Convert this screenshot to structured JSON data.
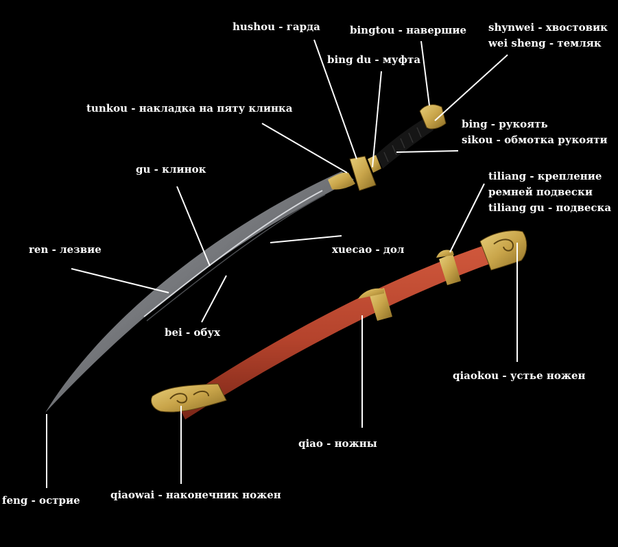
{
  "labels": {
    "hushou": "hushou - гарда",
    "bingtou": "bingtou - навершие",
    "shynwei": "shynwei - хвостовик",
    "weisheng": "wei sheng - темляк",
    "bingdu": "bing du - муфта",
    "tunkou": "tunkou - накладка на пяту клинка",
    "bing": "bing - рукоять",
    "sikou": "sikou - обмотка рукояти",
    "gu": "gu - клинок",
    "tiliang": "tiliang - крепление",
    "remni": "ремней подвески",
    "tiliang_gu": "tiliang gu - подвеска",
    "ren": "ren - лезвие",
    "xuecao": "xuecao - дол",
    "bei": "bei - обух",
    "qiaokou": "qiaokou - устье ножен",
    "qiao": "qiao - ножны",
    "feng": "feng - острие",
    "qiaowai": "qiaowai - наконечник ножен"
  },
  "colors": {
    "background": "#000000",
    "leader_line": "#ffffff",
    "label_text": "#ffffff",
    "blade": "#8d8f94",
    "brass": "#c9a54a",
    "scabbard": "#b4432c",
    "grip_wrap": "#161616"
  }
}
